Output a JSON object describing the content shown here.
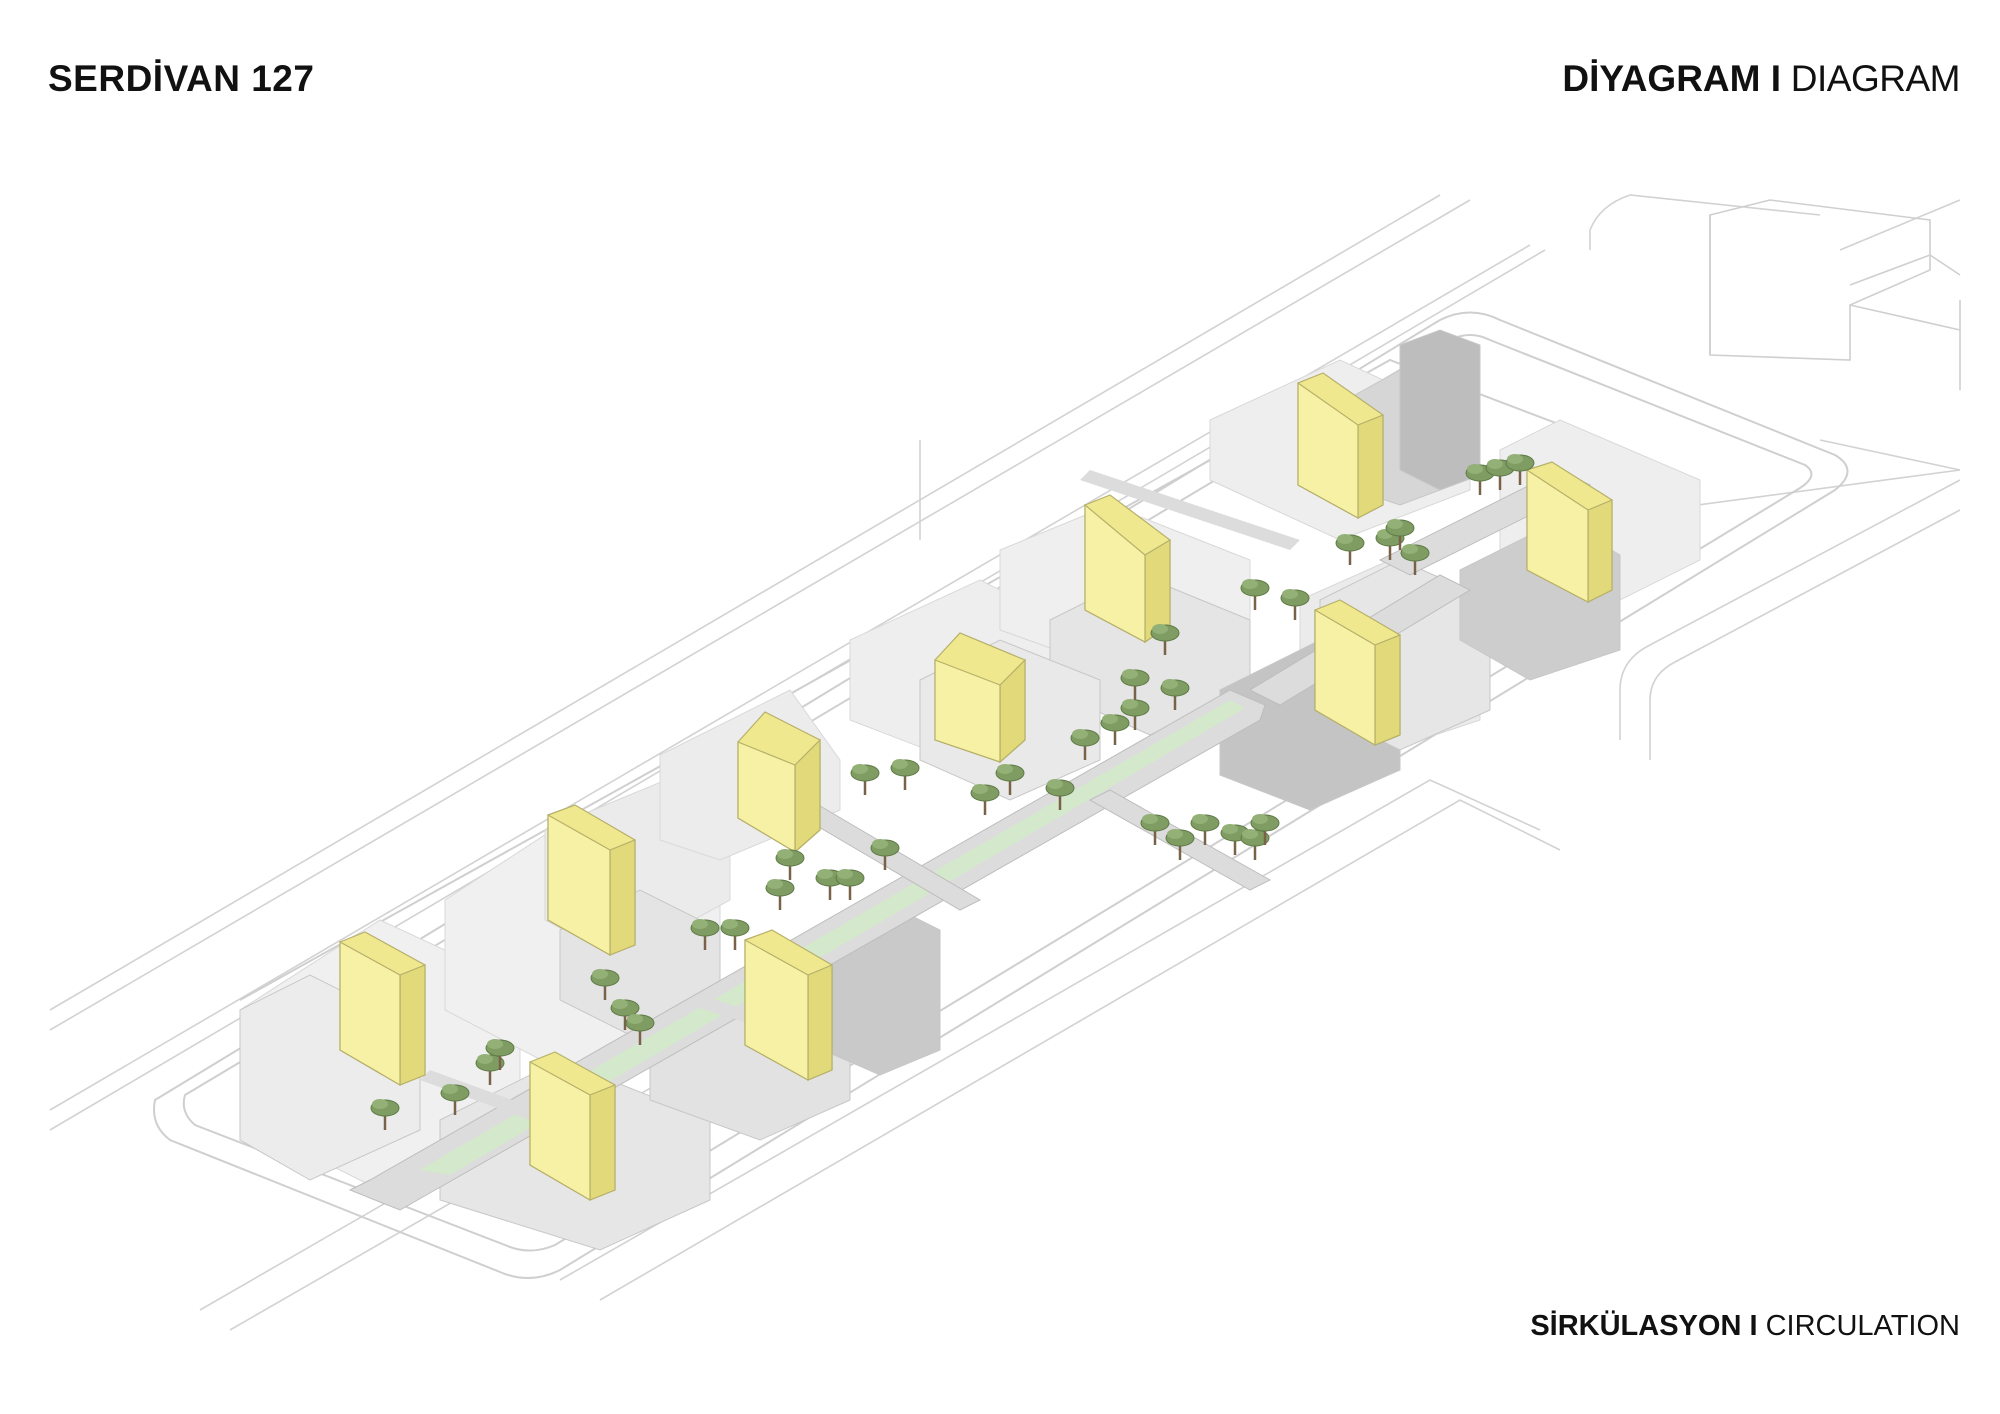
{
  "header": {
    "project": "SERDİVAN 127",
    "sheet_bold": "DİYAGRAM I",
    "sheet_light": " DIAGRAM"
  },
  "footer": {
    "caption_bold": "SİRKÜLASYON I",
    "caption_light": " CIRCULATION"
  },
  "colors": {
    "background": "#ffffff",
    "linework": "#c8c8c8",
    "block_light": "#ececec",
    "block_mid": "#d9d9d9",
    "block_dark": "#bdbdbd",
    "highlight_yellow": "#f5f0a3",
    "walkway_green": "#cfe6c6",
    "tree_canopy": "#7f9c62",
    "tree_trunk": "#7a6248"
  },
  "icons": [
    "building-block",
    "tree-icon",
    "walkway"
  ]
}
